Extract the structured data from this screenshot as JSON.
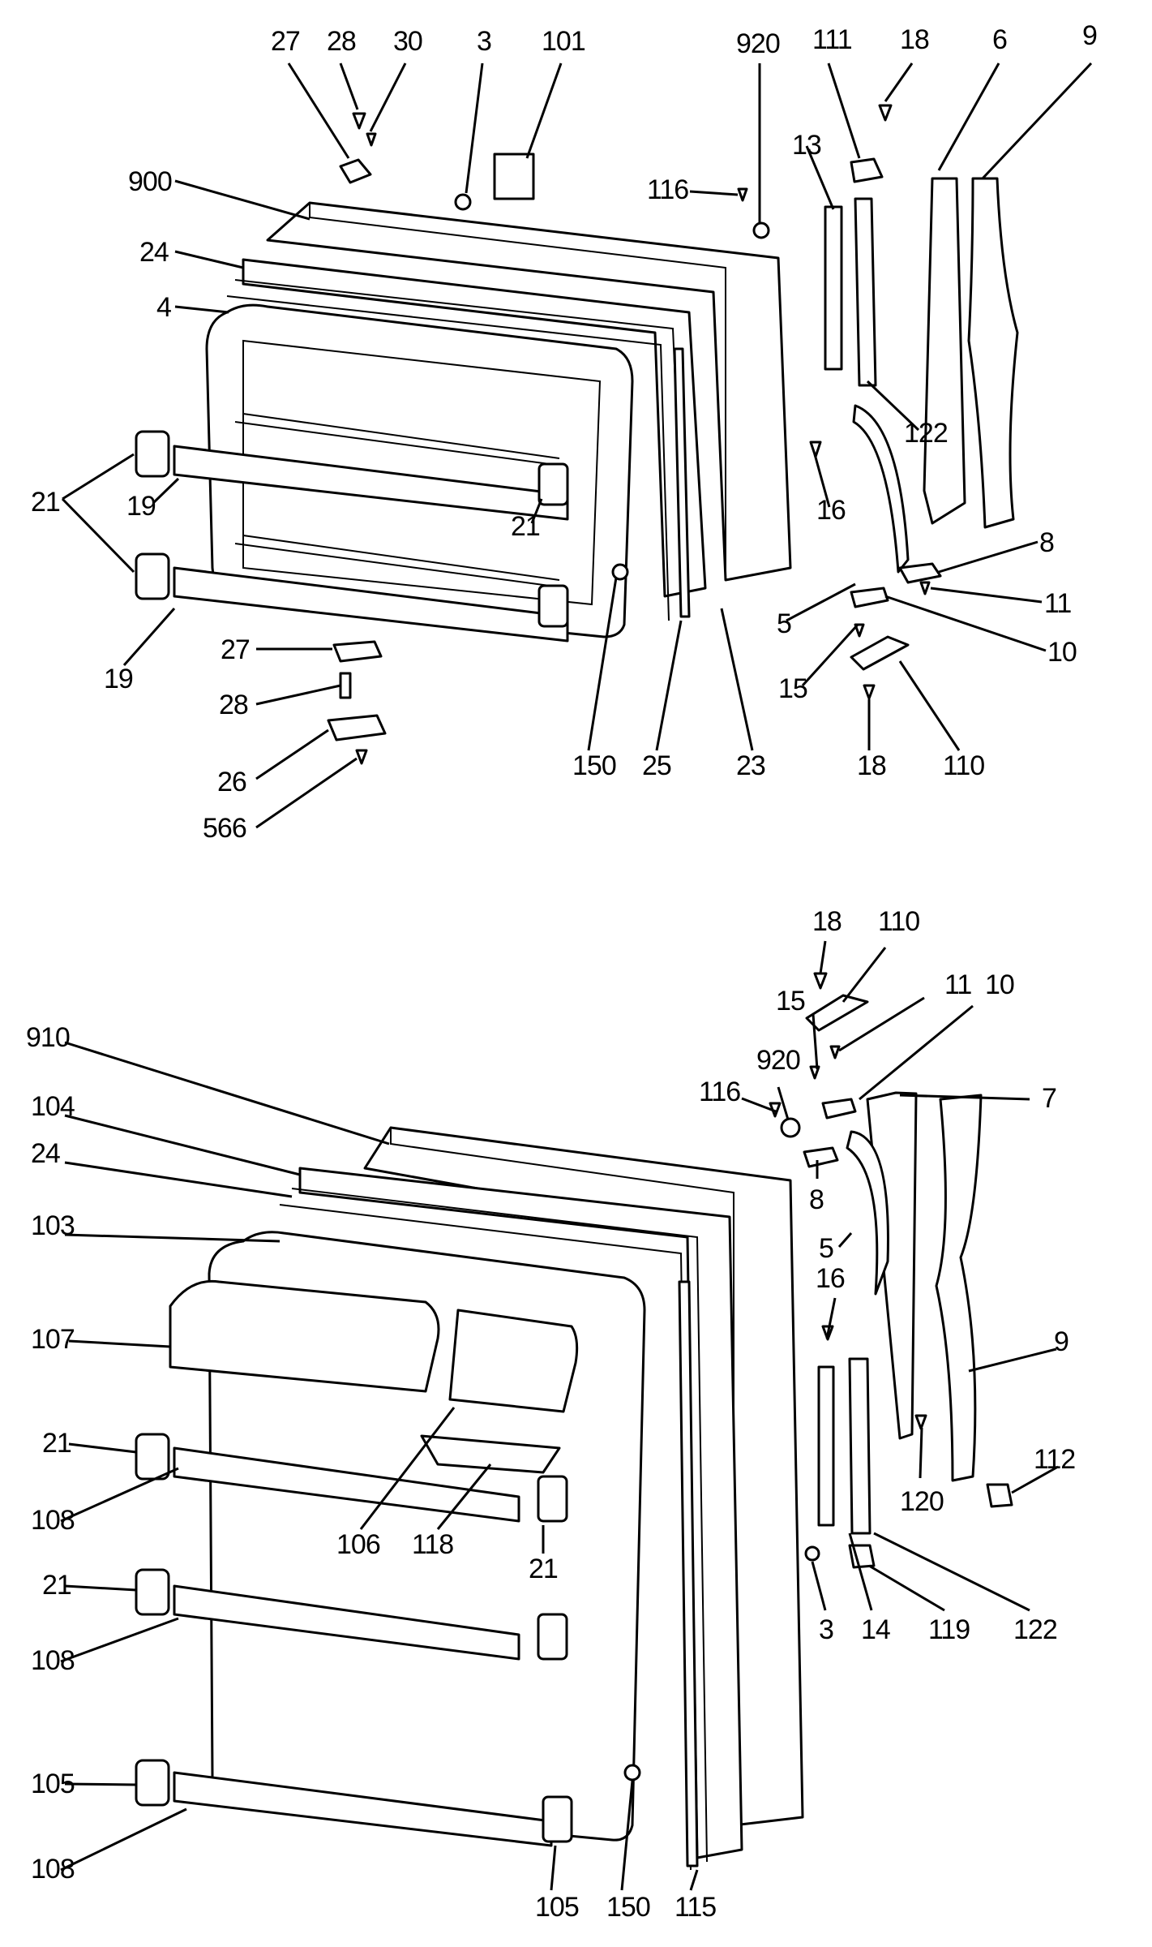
{
  "upper_door": {
    "labels": [
      "27",
      "28",
      "30",
      "3",
      "101",
      "920",
      "111",
      "18",
      "6",
      "9",
      "900",
      "116",
      "13",
      "24",
      "4",
      "122",
      "21",
      "19",
      "16",
      "21",
      "8",
      "5",
      "11",
      "10",
      "27",
      "15",
      "19",
      "28",
      "150",
      "25",
      "23",
      "18",
      "110",
      "26",
      "566"
    ]
  },
  "lower_door": {
    "labels": [
      "18",
      "110",
      "11",
      "10",
      "15",
      "920",
      "910",
      "116",
      "7",
      "104",
      "24",
      "8",
      "103",
      "5",
      "16",
      "107",
      "9",
      "21",
      "106",
      "118",
      "120",
      "112",
      "108",
      "21",
      "21",
      "3",
      "14",
      "119",
      "122",
      "108",
      "105",
      "108",
      "105",
      "150",
      "115"
    ]
  }
}
